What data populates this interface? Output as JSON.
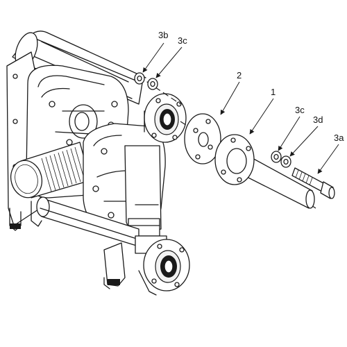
{
  "callouts": {
    "c_3b": "3b",
    "c_3c_top": "3c",
    "c_2": "2",
    "c_1": "1",
    "c_3c_right": "3c",
    "c_3d": "3d",
    "c_3a": "3a"
  }
}
